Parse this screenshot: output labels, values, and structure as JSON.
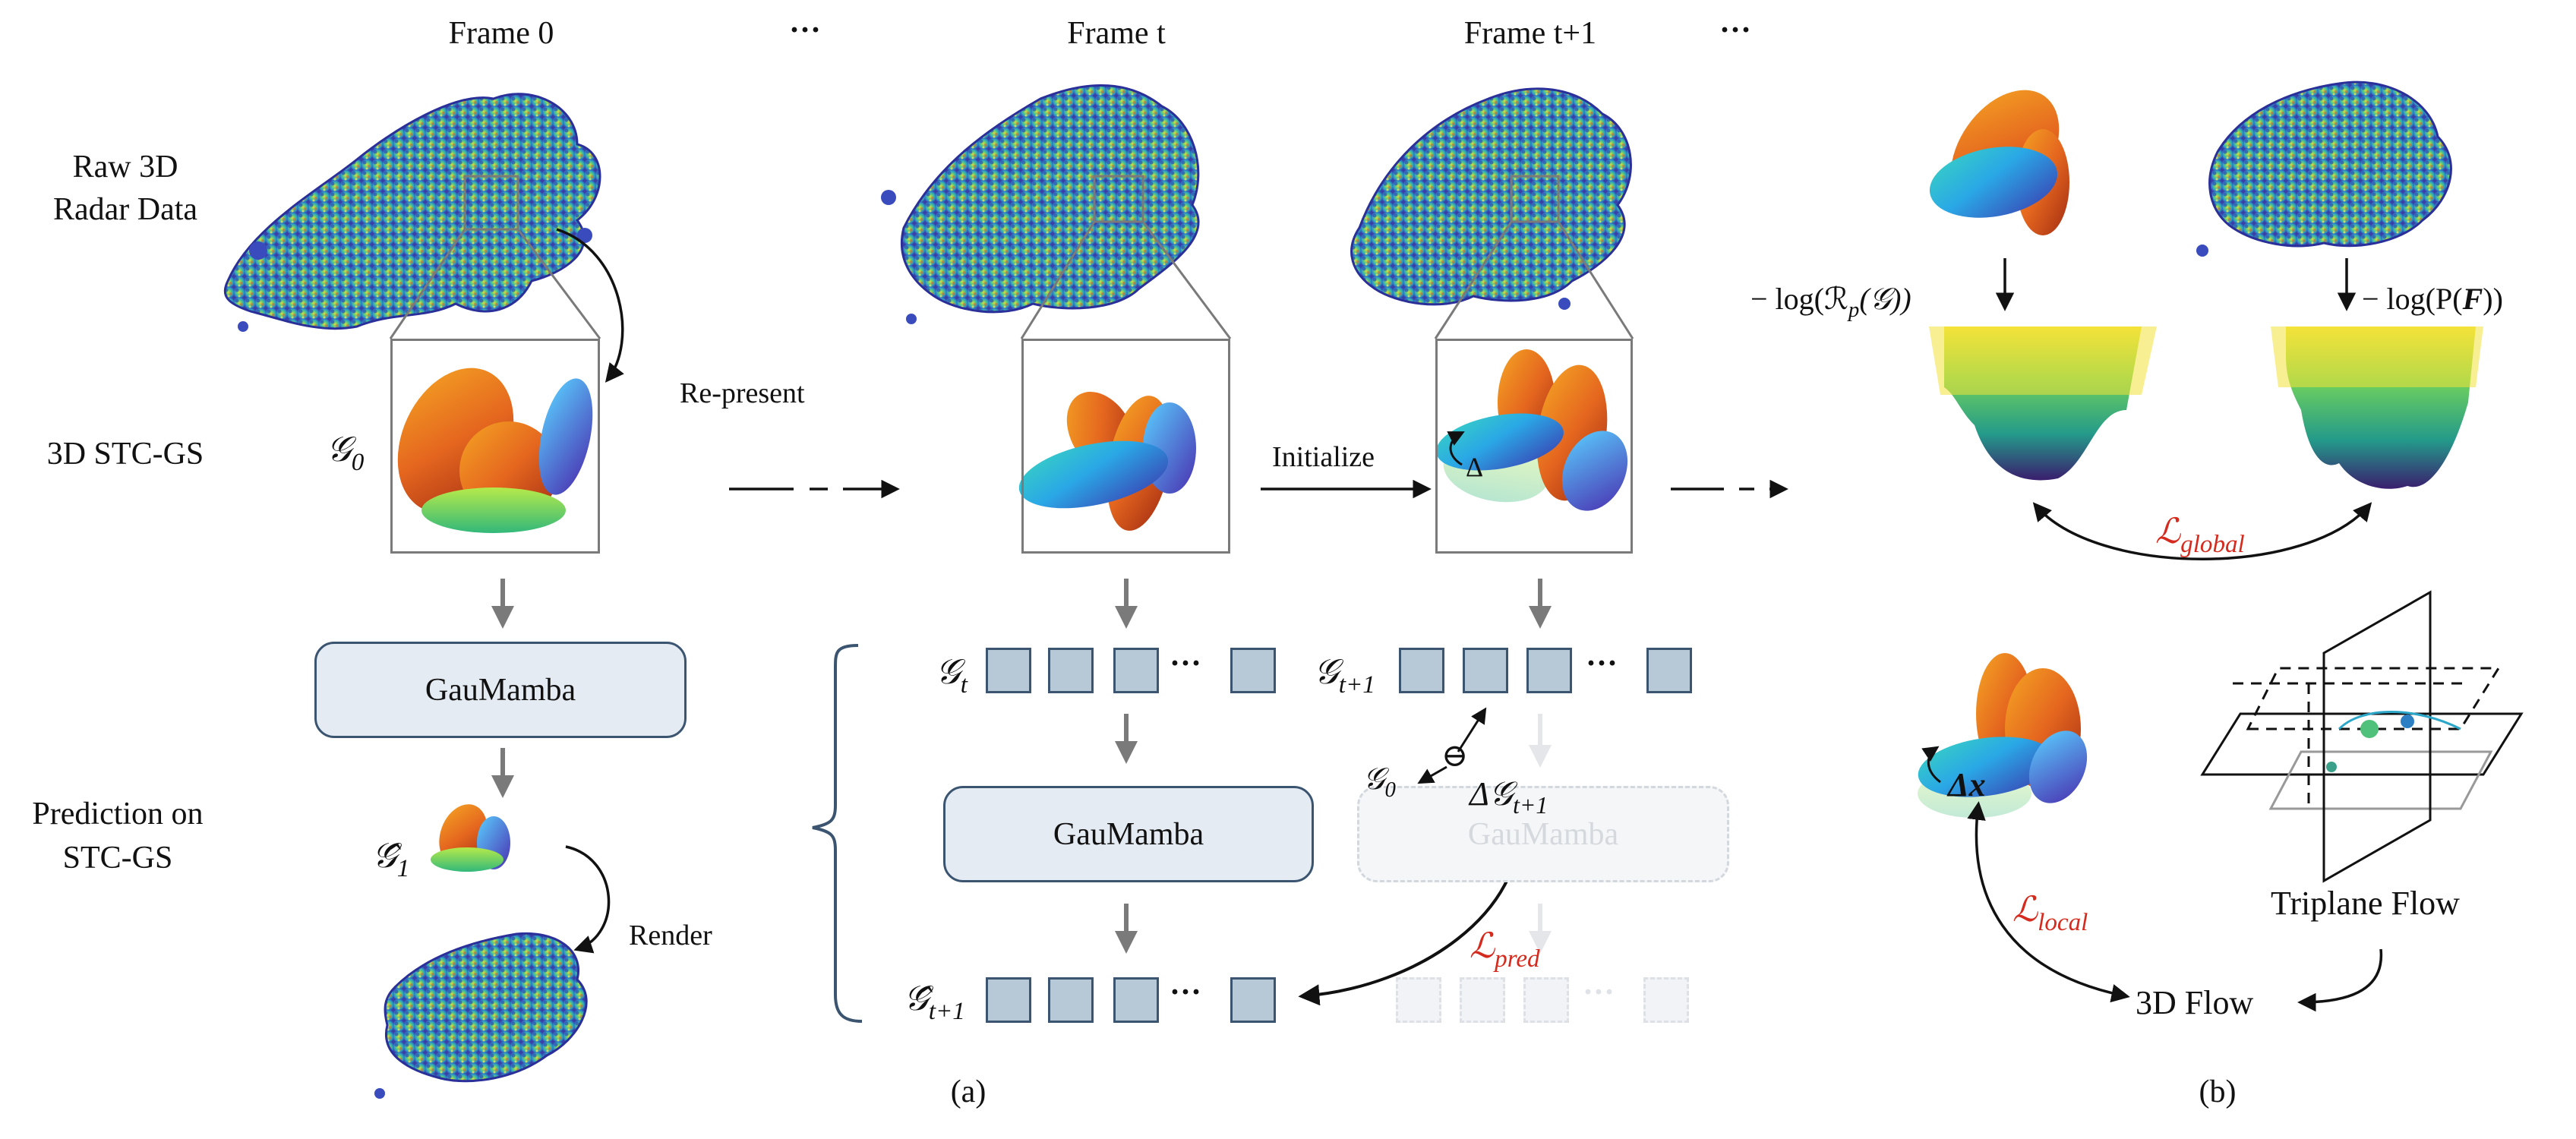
{
  "col_headers": {
    "frame0": "Frame 0",
    "dots1": "···",
    "framet": "Frame t",
    "framet1": "Frame t+1",
    "dots2": "···"
  },
  "row_labels": {
    "raw_line1": "Raw 3D",
    "raw_line2": "Radar Data",
    "stcgs": "3D STC-GS",
    "pred_line1": "Prediction on",
    "pred_line2": "STC-GS"
  },
  "labels": {
    "represent": "Re-present",
    "render": "Render",
    "initialize": "Initialize",
    "delta": "Δ",
    "gaumamba": "GauMamba",
    "g0": "𝒢",
    "g0_sub": "0",
    "g1hat": "𝒢̂",
    "g1hat_sub": "1",
    "gt": "𝒢",
    "gt_sub": "t",
    "gt1": "𝒢",
    "gt1_sub": "t+1",
    "gt1hat": "𝒢̂",
    "gt1hat_sub": "t+1",
    "g0_small": "𝒢",
    "g0_small_sub": "0",
    "minus": "⊖",
    "dg": "Δ𝒢",
    "dg_sub": "t+1",
    "ellipsis": "···",
    "lpred": "ℒ",
    "lpred_sub": "pred",
    "caption_a": "(a)",
    "caption_b": "(b)",
    "neglog_r": "− log(ℛ",
    "neglog_r_p": "p",
    "neglog_r_tail": "(𝒢))",
    "neglog_p": "− log(P(",
    "neglog_p_f": "F",
    "neglog_p_tail": "))",
    "lglobal": "ℒ",
    "lglobal_sub": "global",
    "dx": "Δ",
    "dx_x": "x",
    "llocal": "ℒ",
    "llocal_sub": "local",
    "triplane": "Triplane Flow",
    "flow3d": "3D Flow"
  },
  "colors": {
    "accent_red": "#d42b1e",
    "box_fill": "#e5ebf2",
    "box_border": "#3b5571",
    "token_fill": "#b7c8d6",
    "gray_arrow": "#7a7a7a"
  }
}
